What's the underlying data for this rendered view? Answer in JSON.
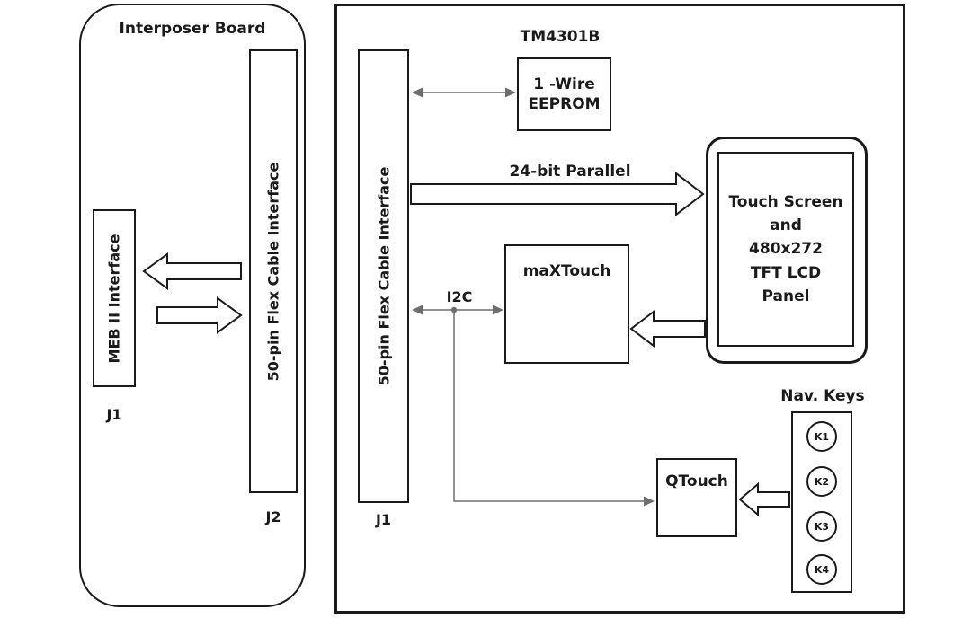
{
  "interposer": {
    "title": "Interposer Board",
    "meb": {
      "label": "MEB II Interface",
      "connector": "J1"
    },
    "flex": {
      "label": "50-pin Flex Cable Interface",
      "connector": "J2"
    }
  },
  "tm": {
    "title": "TM4301B",
    "flex": {
      "label": "50-pin Flex Cable Interface",
      "connector": "J1"
    },
    "eeprom": {
      "label": "1 -Wire\nEEPROM"
    },
    "parallel": {
      "label": "24-bit Parallel"
    },
    "lcd": {
      "label": "Touch Screen\nand\n480x272\nTFT LCD\nPanel"
    },
    "maxtouch": {
      "label": "maXTouch"
    },
    "i2c": {
      "label": "I2C"
    },
    "qtouch": {
      "label": "QTouch"
    },
    "navkeys": {
      "label": "Nav. Keys",
      "keys": [
        "K1",
        "K2",
        "K3",
        "K4"
      ]
    }
  },
  "colors": {
    "line": "#1a1a1a",
    "thin_wire": "#6e6e6e",
    "background": "#ffffff"
  }
}
